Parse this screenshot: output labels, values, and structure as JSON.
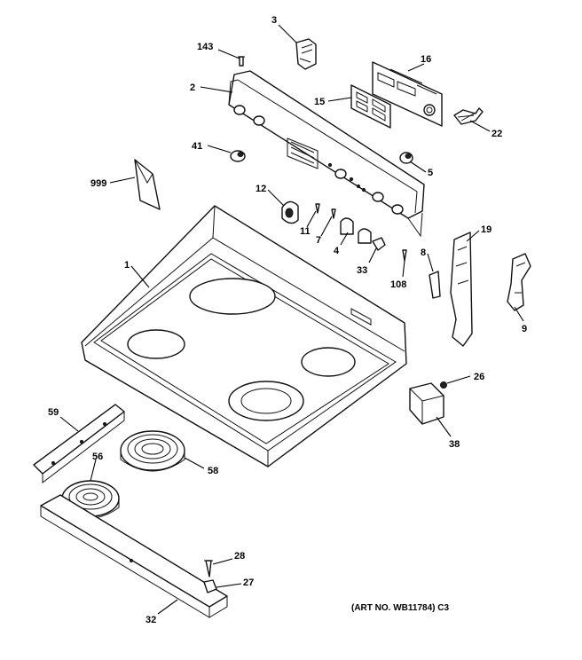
{
  "diagram": {
    "caption": "(ART NO. WB11784) C3",
    "callouts": [
      {
        "id": "c3",
        "text": "3"
      },
      {
        "id": "c143",
        "text": "143"
      },
      {
        "id": "c16",
        "text": "16"
      },
      {
        "id": "c2",
        "text": "2"
      },
      {
        "id": "c15",
        "text": "15"
      },
      {
        "id": "c22",
        "text": "22"
      },
      {
        "id": "c41",
        "text": "41"
      },
      {
        "id": "c5",
        "text": "5"
      },
      {
        "id": "c999",
        "text": "999"
      },
      {
        "id": "c12",
        "text": "12"
      },
      {
        "id": "c11",
        "text": "11"
      },
      {
        "id": "c7",
        "text": "7"
      },
      {
        "id": "c19",
        "text": "19"
      },
      {
        "id": "c4",
        "text": "4"
      },
      {
        "id": "c8",
        "text": "8"
      },
      {
        "id": "c1",
        "text": "1"
      },
      {
        "id": "c33",
        "text": "33"
      },
      {
        "id": "c108",
        "text": "108"
      },
      {
        "id": "c9",
        "text": "9"
      },
      {
        "id": "c26",
        "text": "26"
      },
      {
        "id": "c59",
        "text": "59"
      },
      {
        "id": "c38",
        "text": "38"
      },
      {
        "id": "c56",
        "text": "56"
      },
      {
        "id": "c58",
        "text": "58"
      },
      {
        "id": "c28",
        "text": "28"
      },
      {
        "id": "c27",
        "text": "27"
      },
      {
        "id": "c32",
        "text": "32"
      }
    ]
  }
}
